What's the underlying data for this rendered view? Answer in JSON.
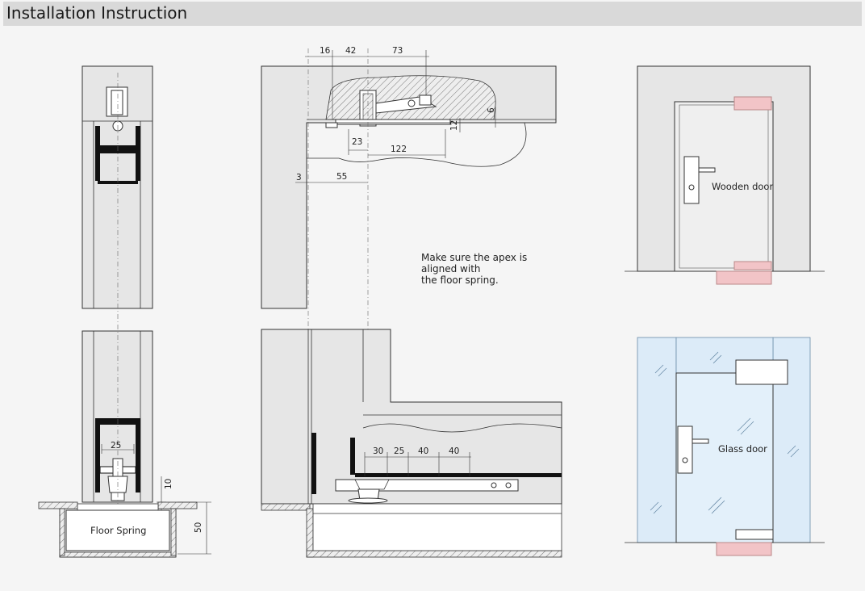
{
  "header": {
    "title": "Installation Instruction"
  },
  "side_view": {
    "label_floor_spring": "Floor Spring",
    "dim_width": "25",
    "dim_gap": "10",
    "dim_depth": "50"
  },
  "middle_view": {
    "dims_top": [
      "16",
      "42",
      "73"
    ],
    "dim_6": "6",
    "dim_12": "12",
    "dim_23": "23",
    "dim_122": "122",
    "dim_3": "3",
    "dim_55": "55",
    "note_lines": [
      "Make sure the apex is",
      "aligned with",
      "the floor spring."
    ],
    "dims_bottom": [
      "30",
      "25",
      "40",
      "40"
    ]
  },
  "right_view": {
    "wooden_label": "Wooden door",
    "glass_label": "Glass door"
  },
  "colors": {
    "pivot_pink": "#f2c4c7",
    "glass_blue": "#dcebf8"
  }
}
